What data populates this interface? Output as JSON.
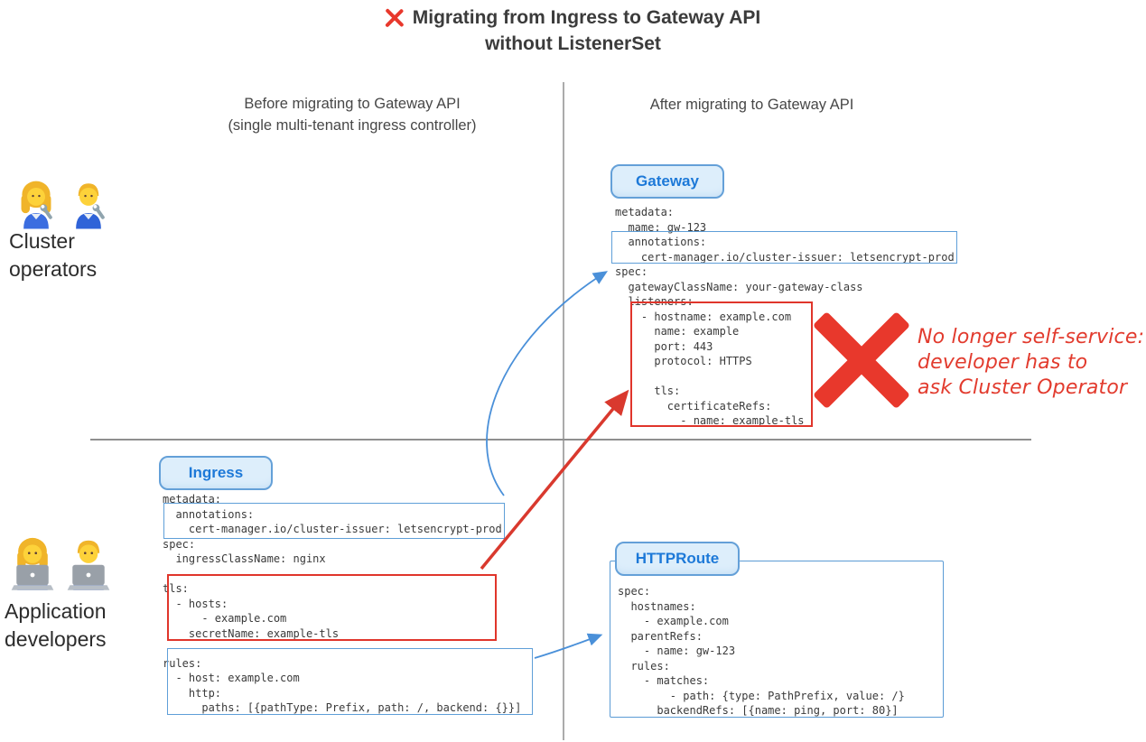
{
  "title": {
    "line1": "Migrating from Ingress to Gateway API",
    "line2": "without ListenerSet"
  },
  "headers": {
    "before_line1": "Before migrating to Gateway API",
    "before_line2": "(single multi-tenant ingress controller)",
    "after": "After migrating to Gateway API"
  },
  "actors": {
    "operators": {
      "label_line1": "Cluster",
      "label_line2": "operators",
      "icons": [
        "woman-mechanic",
        "man-mechanic"
      ]
    },
    "developers": {
      "label_line1": "Application",
      "label_line2": "developers",
      "icons": [
        "woman-technologist",
        "man-technologist"
      ]
    }
  },
  "gateway": {
    "label": "Gateway",
    "code": [
      "metadata:",
      "  mame: gw-123",
      "  annotations:",
      "    cert-manager.io/cluster-issuer: letsencrypt-prod",
      "spec:",
      "  gatewayClassName: your-gateway-class",
      "  listeners:",
      "    - hostname: example.com",
      "      name: example",
      "      port: 443",
      "      protocol: HTTPS",
      "",
      "      tls:",
      "        certificateRefs:",
      "          - name: example-tls"
    ]
  },
  "ingress": {
    "label": "Ingress",
    "code": [
      "metadata:",
      "  annotations:",
      "    cert-manager.io/cluster-issuer: letsencrypt-prod",
      "spec:",
      "  ingressClassName: nginx",
      "",
      "tls:",
      "  - hosts:",
      "      - example.com",
      "    secretName: example-tls",
      "",
      "rules:",
      "  - host: example.com",
      "    http:",
      "      paths: [{pathType: Prefix, path: /, backend: {}}]"
    ]
  },
  "httproute": {
    "label": "HTTPRoute",
    "code": [
      "spec:",
      "  hostnames:",
      "    - example.com",
      "  parentRefs:",
      "    - name: gw-123",
      "  rules:",
      "    - matches:",
      "        - path: {type: PathPrefix, value: /}",
      "      backendRefs: [{name: ping, port: 80}]"
    ]
  },
  "note": {
    "line1": "No longer self-service:",
    "line2": "developer has to",
    "line3": "ask Cluster Operator"
  },
  "colors": {
    "label_blue_text": "#1d79d8",
    "label_blue_border": "#64a0d8",
    "label_blue_fill": "#ddeefb",
    "highlight_blue_box": "#5f9fd8",
    "highlight_red_box": "#e0352b",
    "cross_red": "#e8382c",
    "note_red": "#e23b2e",
    "arrow_blue": "#4a90d9",
    "arrow_red": "#d9392e",
    "code_text": "#3a3a3a"
  }
}
